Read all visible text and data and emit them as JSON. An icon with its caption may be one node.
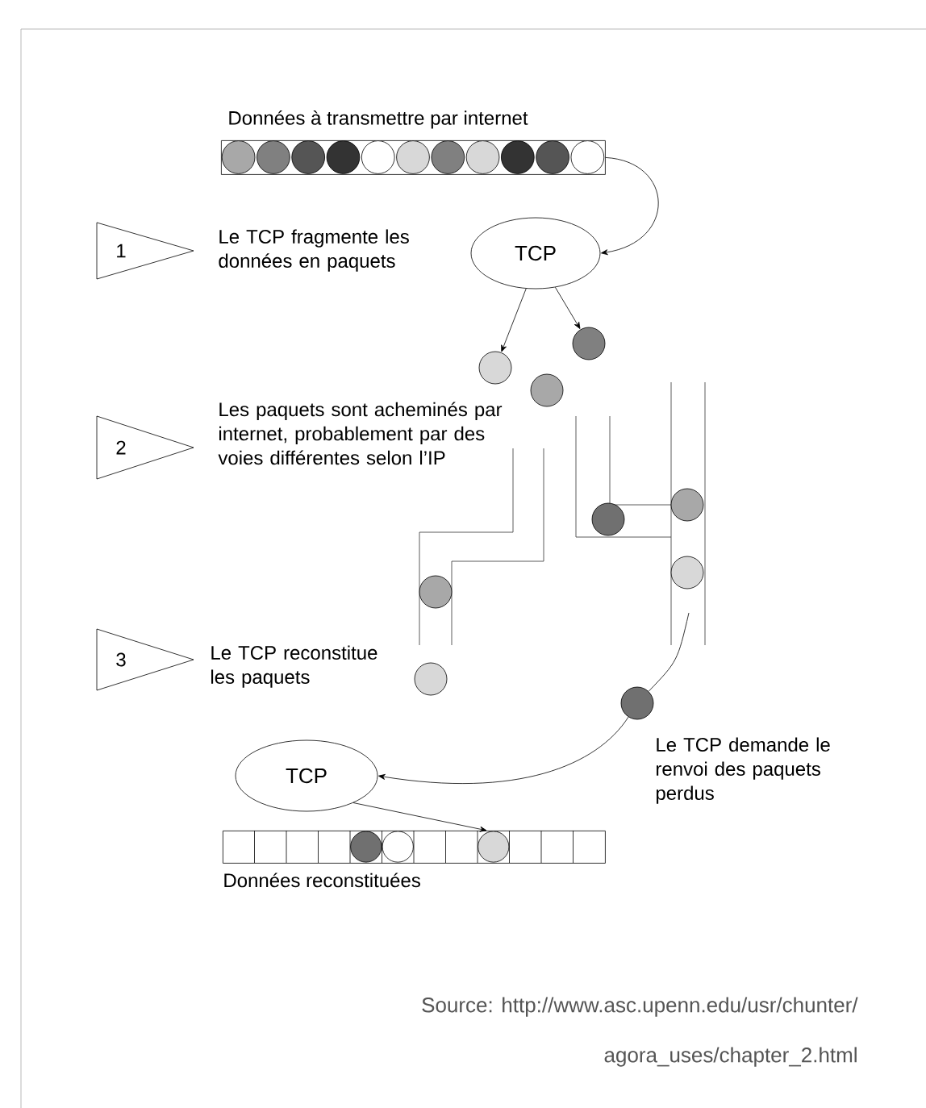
{
  "diagram": {
    "nodes": [
      {
        "text": [
          "Données à transmettre par internet"
        ]
      },
      {
        "text": [
          "TCP"
        ]
      },
      {
        "text": [
          "1"
        ],
        "beside": [
          "Le TCP fragmente les données en paquets"
        ]
      },
      {
        "text": [],
        "shape": "circle"
      },
      {
        "text": [],
        "shape": "circle"
      },
      {
        "text": [],
        "shape": "circle"
      },
      {
        "text": [
          "2"
        ],
        "beside": [
          "Les paquets sont acheminés par internet, probablement par des voies différentes selon l’IP"
        ]
      },
      {
        "text": [],
        "shape": "circle"
      },
      {
        "text": [],
        "shape": "circle"
      },
      {
        "text": [],
        "shape": "circle"
      },
      {
        "text": [],
        "shape": "circle"
      },
      {
        "text": [
          "3"
        ],
        "beside": [
          "Le TCP reconstitue les paquets"
        ]
      },
      {
        "text": [],
        "shape": "circle"
      },
      {
        "text": [],
        "shape": "circle"
      },
      {
        "text": [
          "TCP"
        ]
      },
      {
        "text": [
          "Données reconstituées"
        ]
      }
    ],
    "edges": [
      {
        "from": 0,
        "to": 1,
        "arrow": "to"
      },
      {
        "from": 1,
        "to": 4,
        "arrow": "to"
      },
      {
        "from": 1,
        "to": 3,
        "arrow": "to"
      },
      {
        "from": null,
        "to": 13,
        "arrow": "none"
      },
      {
        "from": 13,
        "to": 14,
        "arrow": "to",
        "label": "Le TCP demande le renvoi des paquets perdus"
      },
      {
        "from": 14,
        "to": 15,
        "arrow": "to"
      }
    ],
    "labels": [
      "Source: http://www.asc.upenn.edu/usr/chunter/",
      "agora_uses/chapter_2.html"
    ]
  }
}
